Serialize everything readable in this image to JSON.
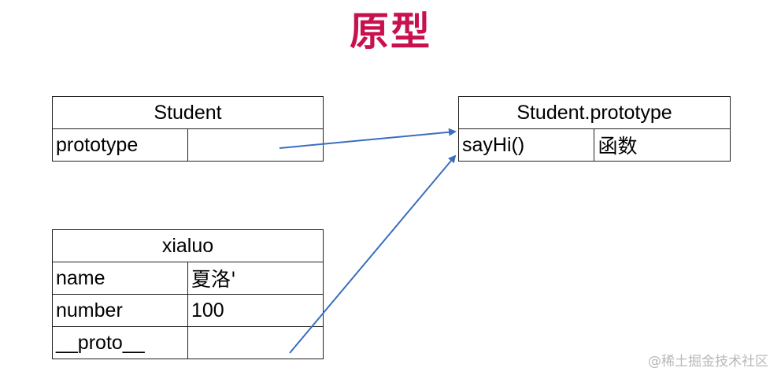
{
  "title": "原型",
  "student_box": {
    "header": "Student",
    "rows": [
      {
        "key": "prototype",
        "value": ""
      }
    ]
  },
  "prototype_box": {
    "header": "Student.prototype",
    "rows": [
      {
        "key": "sayHi()",
        "value": "函数"
      }
    ]
  },
  "xialuo_box": {
    "header": "xialuo",
    "rows": [
      {
        "key": "name",
        "value": "夏洛'"
      },
      {
        "key": "number",
        "value": "100"
      },
      {
        "key": "__proto__",
        "value": ""
      }
    ]
  },
  "watermark": "@稀土掘金技术社区",
  "colors": {
    "title": "#c8124f",
    "arrow": "#3a6ec0",
    "border": "#222222"
  }
}
